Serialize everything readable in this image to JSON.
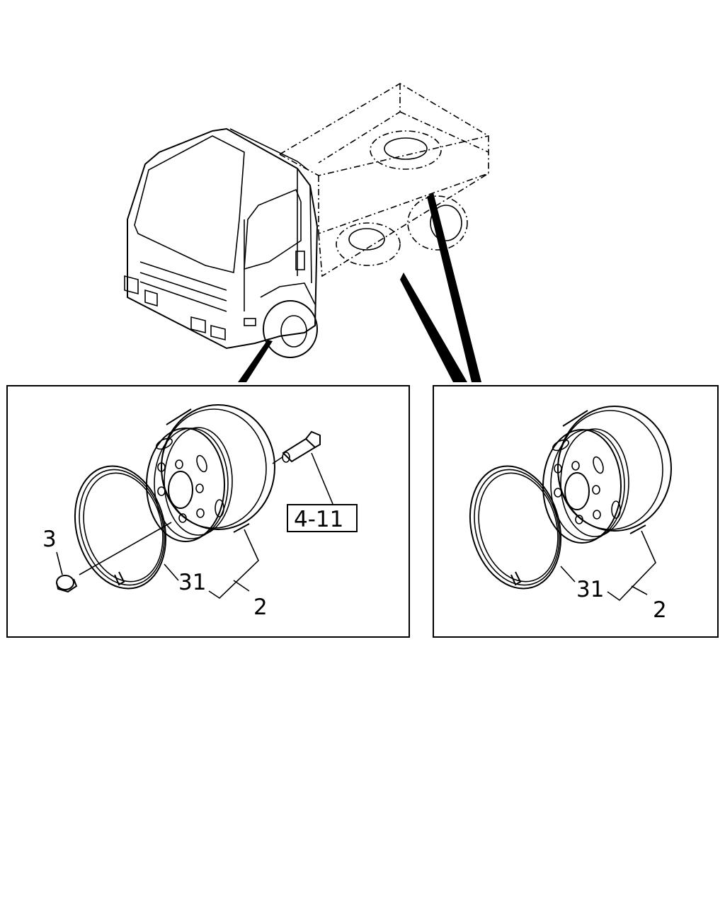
{
  "labels": {
    "left_panel": {
      "nut": "3",
      "rim_ring": "31",
      "wheel": "2",
      "ref": "4-11"
    },
    "right_panel": {
      "rim_ring": "31",
      "wheel": "2"
    }
  }
}
